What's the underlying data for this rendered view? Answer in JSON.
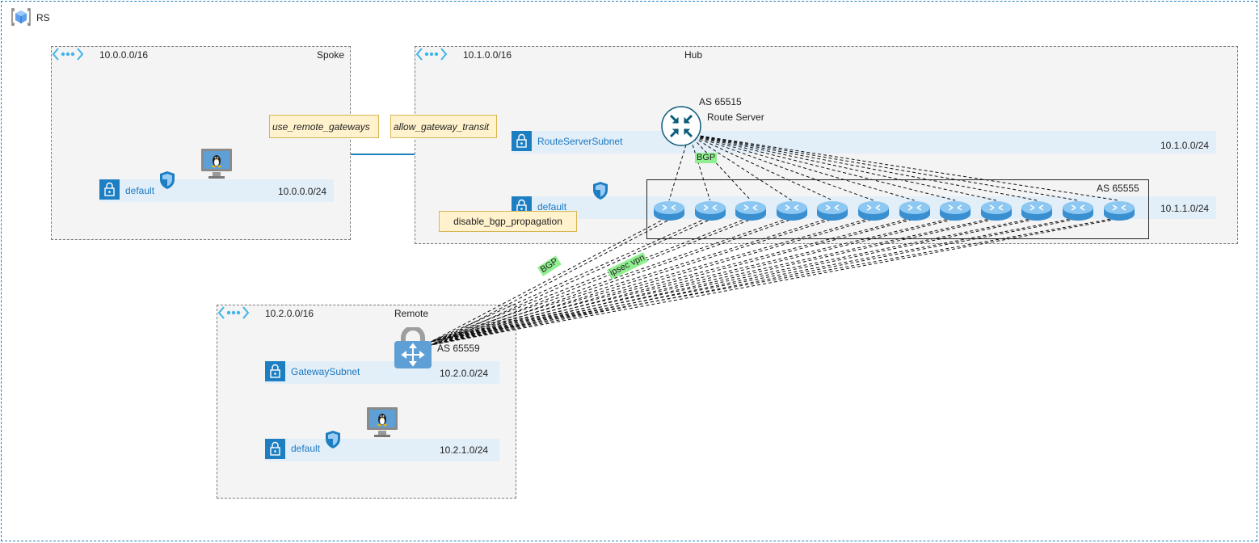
{
  "diagram": {
    "title": "RS",
    "vnets": {
      "spoke": {
        "cidr": "10.0.0.0/16",
        "name": "Spoke"
      },
      "hub": {
        "cidr": "10.1.0.0/16",
        "name": "Hub"
      },
      "remote": {
        "cidr": "10.2.0.0/16",
        "name": "Remote"
      }
    },
    "subnets": {
      "spoke_default": {
        "name": "default",
        "cidr": "10.0.0.0/24"
      },
      "hub_routeserver": {
        "name": "RouteServerSubnet",
        "cidr": "10.1.0.0/24"
      },
      "hub_default": {
        "name": "default",
        "cidr": "10.1.1.0/24"
      },
      "remote_gateway": {
        "name": "GatewaySubnet",
        "cidr": "10.2.0.0/24"
      },
      "remote_default": {
        "name": "default",
        "cidr": "10.2.1.0/24"
      }
    },
    "notes": {
      "use_remote_gateways": "use_remote_gateways",
      "allow_gateway_transit": "allow_gateway_transit",
      "disable_bgp_propagation": "disable_bgp_propagation"
    },
    "route_server": {
      "as": "AS 65515",
      "label": "Route Server"
    },
    "router_group": {
      "as": "AS 65555",
      "count": 12
    },
    "remote_gateway": {
      "as": "AS 65559"
    },
    "edge_labels": {
      "bgp_top": "BGP",
      "bgp_bottom": "BGP",
      "ipsec": "ipsec vpn"
    },
    "colors": {
      "azure_blue": "#1a78c2",
      "note_fill": "#fff2cc",
      "tag_fill": "#90ee90",
      "vnet_fill": "#f4f4f4",
      "subnet_fill": "#e3eff8"
    }
  }
}
